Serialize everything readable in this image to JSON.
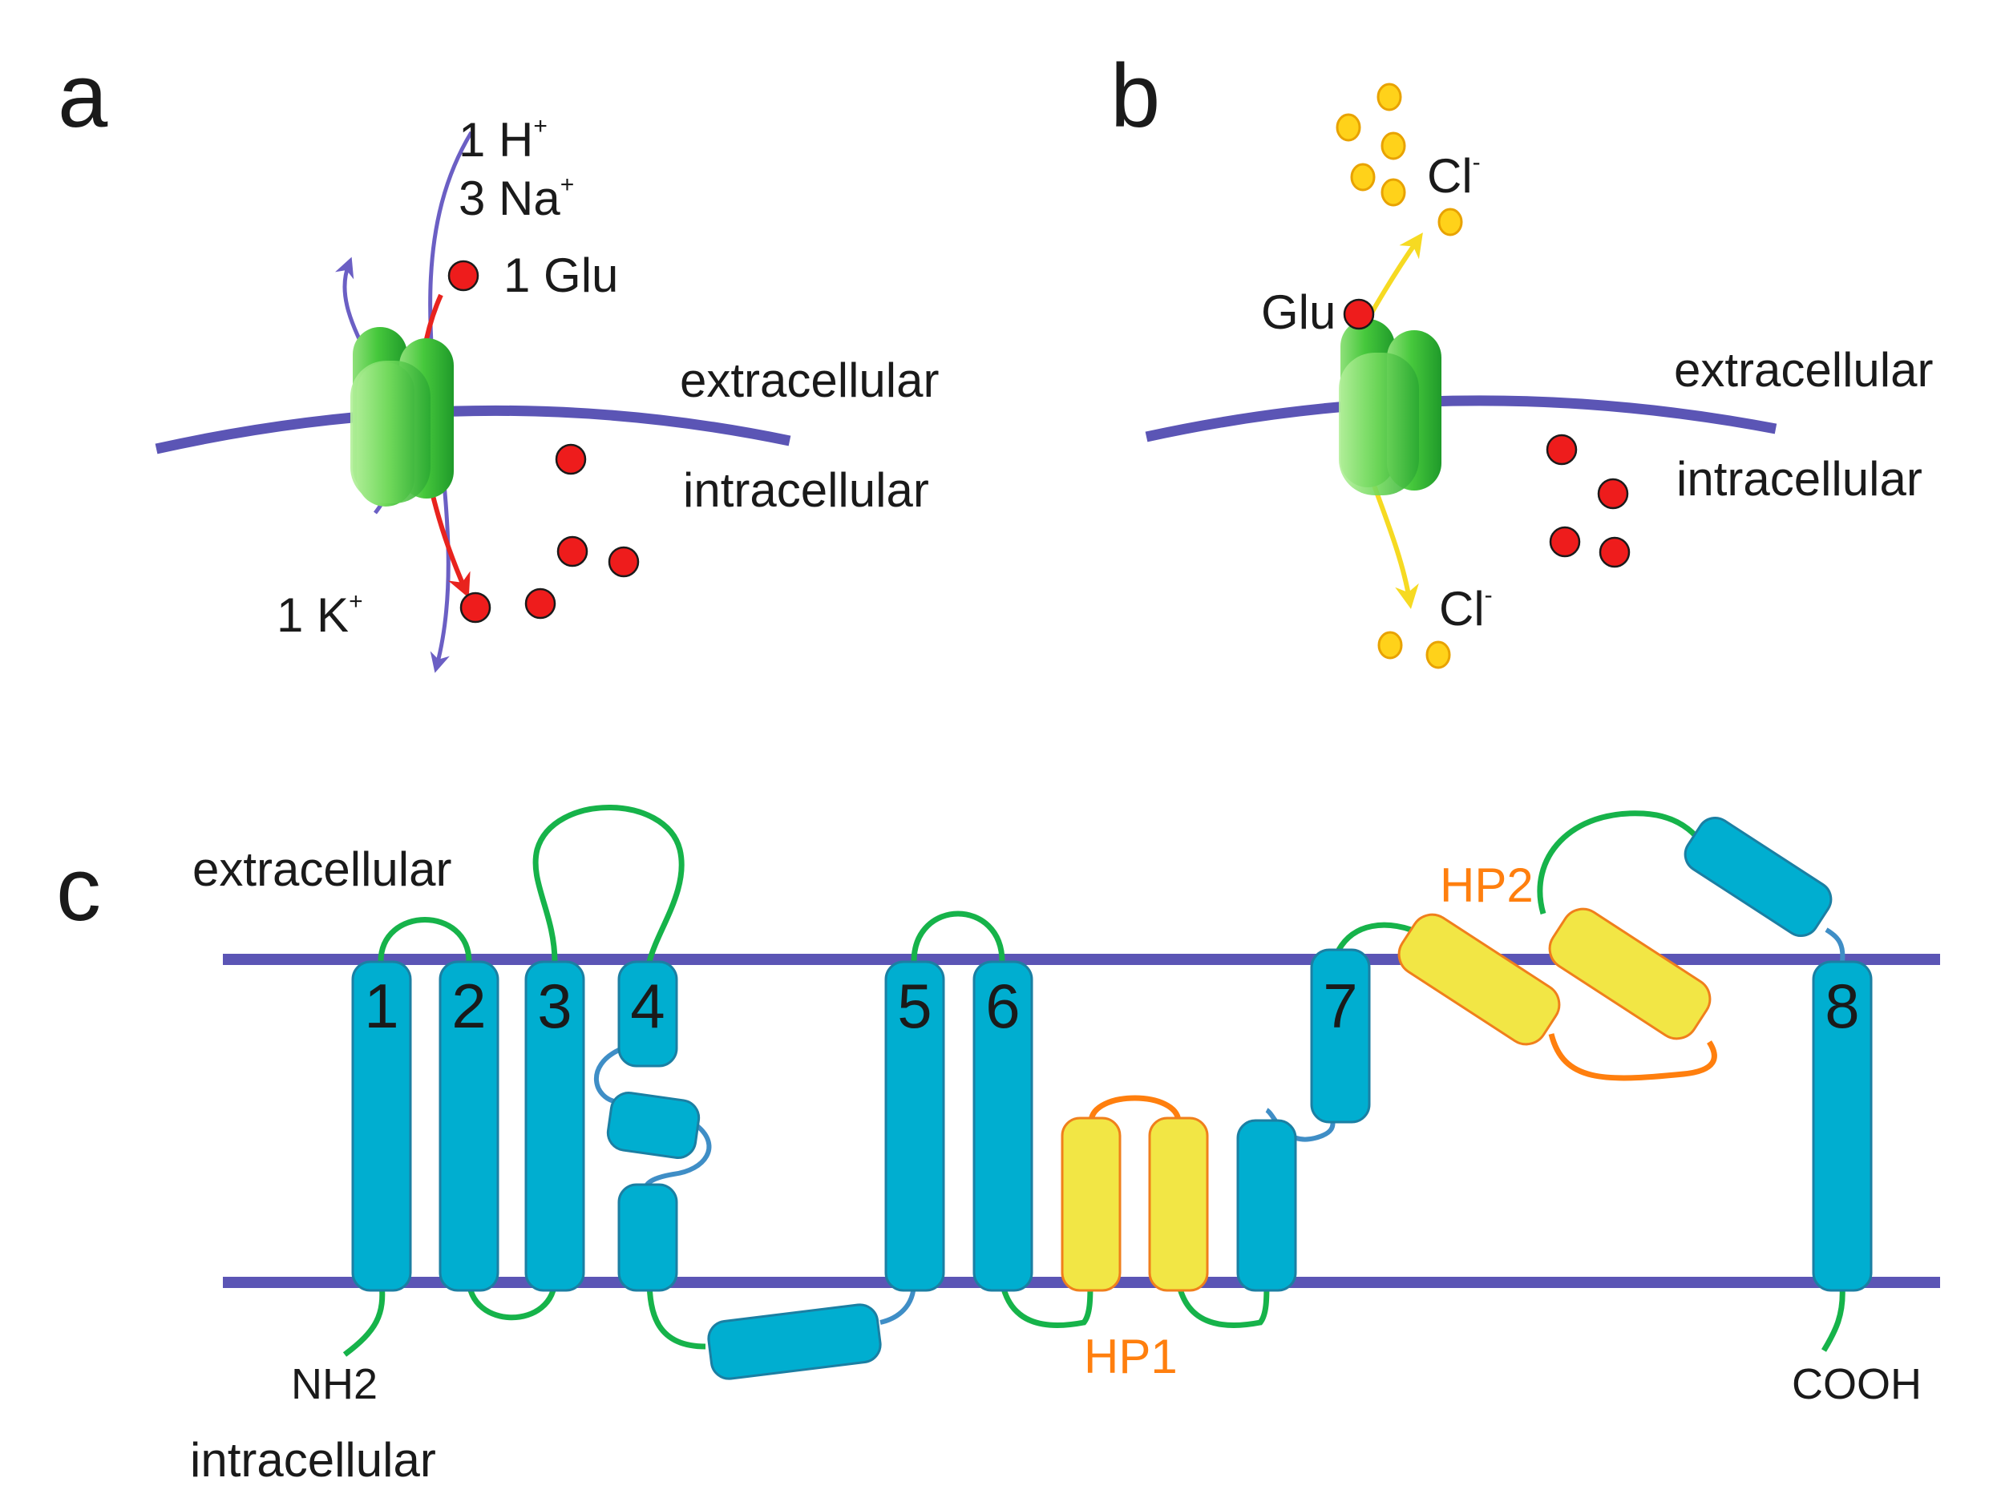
{
  "colors": {
    "membrane": "#5b55b5",
    "helix": "#00aed0",
    "helix_stroke": "#1b7fa3",
    "hairpin": "#f2e645",
    "hairpin_stroke": "#f07f1c",
    "loop_extra": "#16b34a",
    "loop_blue": "#3f8ec6",
    "loop_orange": "#ff7f0e",
    "glutamate": "#ee1c1c",
    "chloride": "#ffd21a",
    "transporter": "#3fbf3f",
    "arrow_blue": "#6b5fc4",
    "arrow_red": "#e8231e",
    "arrow_yellow": "#f6da22",
    "hp_label": "#ff7f0e"
  },
  "panel_a": {
    "letter": "a",
    "ion_h": "1 H",
    "ion_h_sup": "+",
    "ion_na": "3 Na",
    "ion_na_sup": "+",
    "glu": "1 Glu",
    "ion_k": "1 K",
    "ion_k_sup": "+",
    "extracellular": "extracellular",
    "intracellular": "intracellular"
  },
  "panel_b": {
    "letter": "b",
    "cl_top": "Cl",
    "cl_top_sup": "-",
    "glu": "Glu",
    "cl_bottom": "Cl",
    "cl_bottom_sup": "-",
    "extracellular": "extracellular",
    "intracellular": "intracellular"
  },
  "panel_c": {
    "letter": "c",
    "extracellular": "extracellular",
    "intracellular": "intracellular",
    "n_terminus": "NH2",
    "c_terminus": "COOH",
    "helices": [
      "1",
      "2",
      "3",
      "4",
      "5",
      "6",
      "7",
      "8"
    ],
    "hp1": "HP1",
    "hp2": "HP2"
  }
}
